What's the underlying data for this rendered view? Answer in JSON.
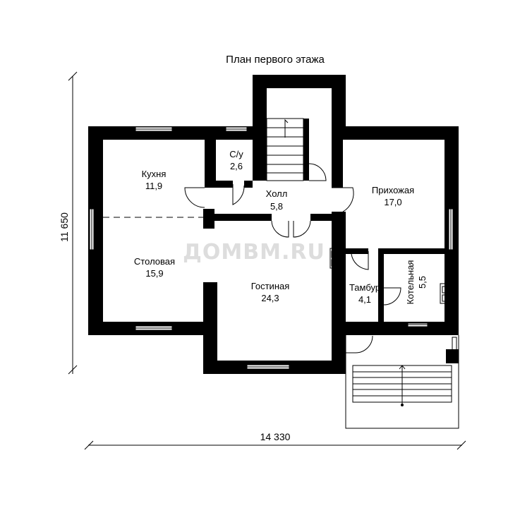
{
  "title": "План первого этажа",
  "watermark": "ДОМВМ.RU",
  "dimensions": {
    "width": "14 330",
    "height": "11 650"
  },
  "rooms": {
    "kitchen": {
      "name": "Кухня",
      "area": "11,9"
    },
    "wc": {
      "name": "С/у",
      "area": "2,6"
    },
    "hall": {
      "name": "Холл",
      "area": "5,8"
    },
    "entrance": {
      "name": "Прихожая",
      "area": "17,0"
    },
    "dining": {
      "name": "Столовая",
      "area": "15,9"
    },
    "living": {
      "name": "Гостиная",
      "area": "24,3"
    },
    "vestibule": {
      "name": "Тамбур",
      "area": "4,1"
    },
    "boiler": {
      "name": "Котельная",
      "area": "5,5"
    }
  }
}
